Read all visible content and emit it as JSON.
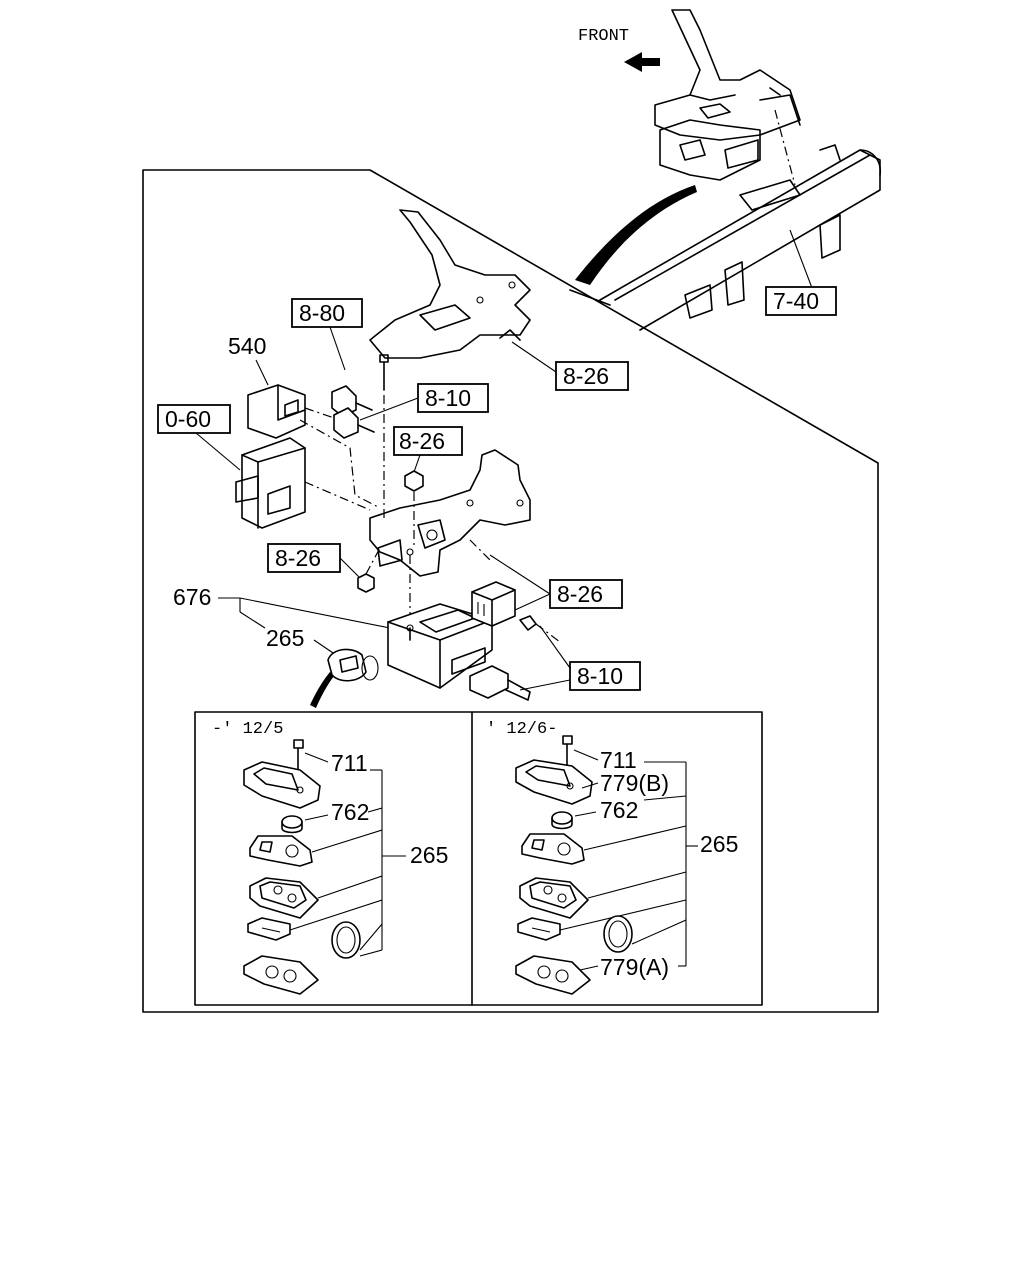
{
  "front_label": "FRONT",
  "inset_left_title": "-' 12/5",
  "inset_right_title": "' 12/6-",
  "callouts": {
    "c_7_40": "7-40",
    "c_8_80": "8-80",
    "c_540": "540",
    "c_8_26_a": "8-26",
    "c_8_10_a": "8-10",
    "c_0_60": "0-60",
    "c_8_26_b": "8-26",
    "c_8_26_c": "8-26",
    "c_676": "676",
    "c_8_26_d": "8-26",
    "c_265_main": "265",
    "c_8_10_b": "8-10"
  },
  "left_inset": {
    "p711": "711",
    "p762": "762",
    "p265": "265"
  },
  "right_inset": {
    "p711": "711",
    "p779b": "779(B)",
    "p762": "762",
    "p265": "265",
    "p779a": "779(A)"
  }
}
